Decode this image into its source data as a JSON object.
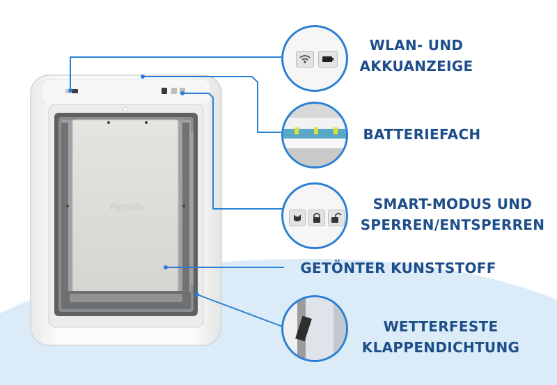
{
  "brand_watermark": "PetSafe",
  "callouts": [
    {
      "id": "wifi-battery-indicator",
      "line1": "WLAN- UND",
      "line2": "AKKUANZEIGE"
    },
    {
      "id": "battery-compartment",
      "line1": "BATTERIEFACH",
      "line2": ""
    },
    {
      "id": "smart-lock-modes",
      "line1": "SMART-MODUS UND",
      "line2": "SPERREN/ENTSPERREN"
    },
    {
      "id": "tinted-plastic",
      "line1": "GETÖNTER KUNSTSTOFF",
      "line2": ""
    },
    {
      "id": "weatherproof-flap-seal",
      "line1": "WETTERFESTE",
      "line2": "KLAPPENDICHTUNG"
    }
  ],
  "colors": {
    "label_text": "#1d4e8a",
    "connector_line": "#2a7fd4",
    "background_wave": "#d9e9f7",
    "door_frame": "#f2f2f2",
    "flap": "#dcdad7"
  },
  "icons": [
    "wifi-icon",
    "battery-icon",
    "pet-head-icon",
    "lock-closed-icon",
    "lock-open-icon"
  ]
}
